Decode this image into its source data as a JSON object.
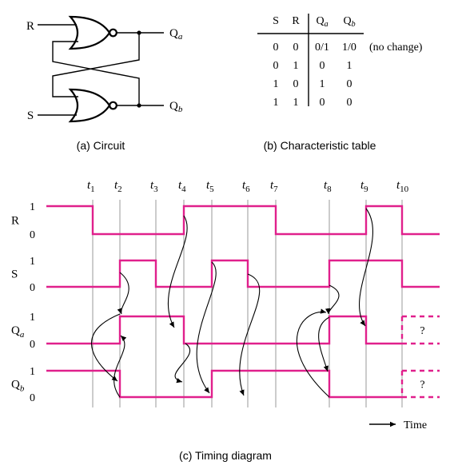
{
  "colors": {
    "signal": "#e0208c",
    "ink": "#000000",
    "gridline": "#9a9a9a"
  },
  "circuit": {
    "caption": "(a) Circuit",
    "input_top": "R",
    "input_bottom": "S",
    "output_top_base": "Q",
    "output_top_sub": "a",
    "output_bottom_base": "Q",
    "output_bottom_sub": "b",
    "gate_type": "NOR"
  },
  "table": {
    "caption": "(b) Characteristic table",
    "headers": {
      "s": "S",
      "r": "R",
      "qa_base": "Q",
      "qa_sub": "a",
      "qb_base": "Q",
      "qb_sub": "b"
    },
    "rows": [
      {
        "s": "0",
        "r": "0",
        "qa": "0/1",
        "qb": "1/0",
        "note": "(no change)"
      },
      {
        "s": "0",
        "r": "1",
        "qa": "0",
        "qb": "1",
        "note": ""
      },
      {
        "s": "1",
        "r": "0",
        "qa": "1",
        "qb": "0",
        "note": ""
      },
      {
        "s": "1",
        "r": "1",
        "qa": "0",
        "qb": "0",
        "note": ""
      }
    ]
  },
  "timing": {
    "caption": "(c) Timing diagram",
    "time_label": "Time",
    "time_markers": [
      "t1",
      "t2",
      "t3",
      "t4",
      "t5",
      "t6",
      "t7",
      "t8",
      "t9",
      "t10"
    ],
    "level_high": "1",
    "level_low": "0",
    "signals": [
      {
        "label_base": "R",
        "label_sub": "",
        "levels": [
          1,
          0,
          0,
          0,
          1,
          1,
          1,
          0,
          0,
          1,
          0
        ]
      },
      {
        "label_base": "S",
        "label_sub": "",
        "levels": [
          0,
          0,
          1,
          0,
          0,
          1,
          0,
          0,
          1,
          1,
          0
        ]
      },
      {
        "label_base": "Q",
        "label_sub": "a",
        "levels": [
          0,
          0,
          1,
          1,
          0,
          0,
          0,
          0,
          1,
          0,
          null
        ]
      },
      {
        "label_base": "Q",
        "label_sub": "b",
        "levels": [
          1,
          1,
          0,
          0,
          0,
          1,
          1,
          1,
          0,
          0,
          null
        ]
      }
    ],
    "unknown_mark": "?"
  }
}
